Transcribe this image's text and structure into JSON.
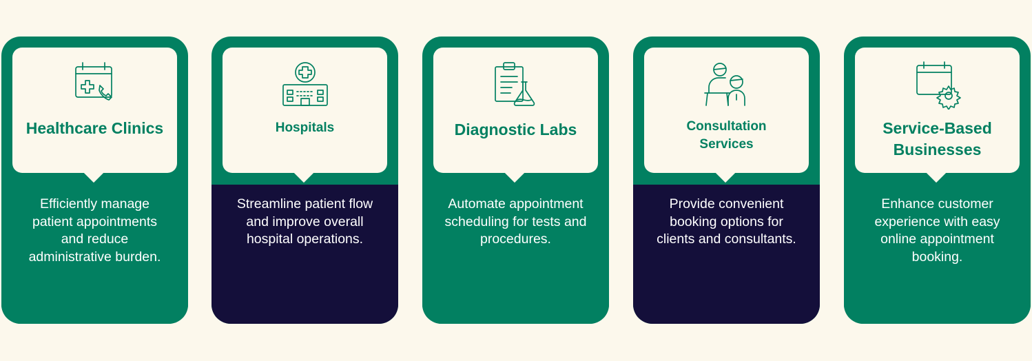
{
  "cards": [
    {
      "title": "Healthcare Clinics",
      "description": "Efficiently manage patient appointments and reduce administrative burden.",
      "icon": "calendar-phone-icon"
    },
    {
      "title": "Hospitals",
      "description": "Streamline patient flow and improve overall hospital operations.",
      "icon": "hospital-building-icon"
    },
    {
      "title": "Diagnostic Labs",
      "description": "Automate appointment scheduling for tests and procedures.",
      "icon": "clipboard-flask-icon"
    },
    {
      "title": "Consultation Services",
      "description": "Provide convenient booking options for clients and consultants.",
      "icon": "consultation-people-icon"
    },
    {
      "title": "Service-Based Businesses",
      "description": "Enhance customer experience with easy online appointment booking.",
      "icon": "calendar-gear-icon"
    }
  ],
  "colors": {
    "background": "#fcf8ec",
    "green": "#028061",
    "navy": "#140f3a",
    "white": "#ffffff"
  }
}
